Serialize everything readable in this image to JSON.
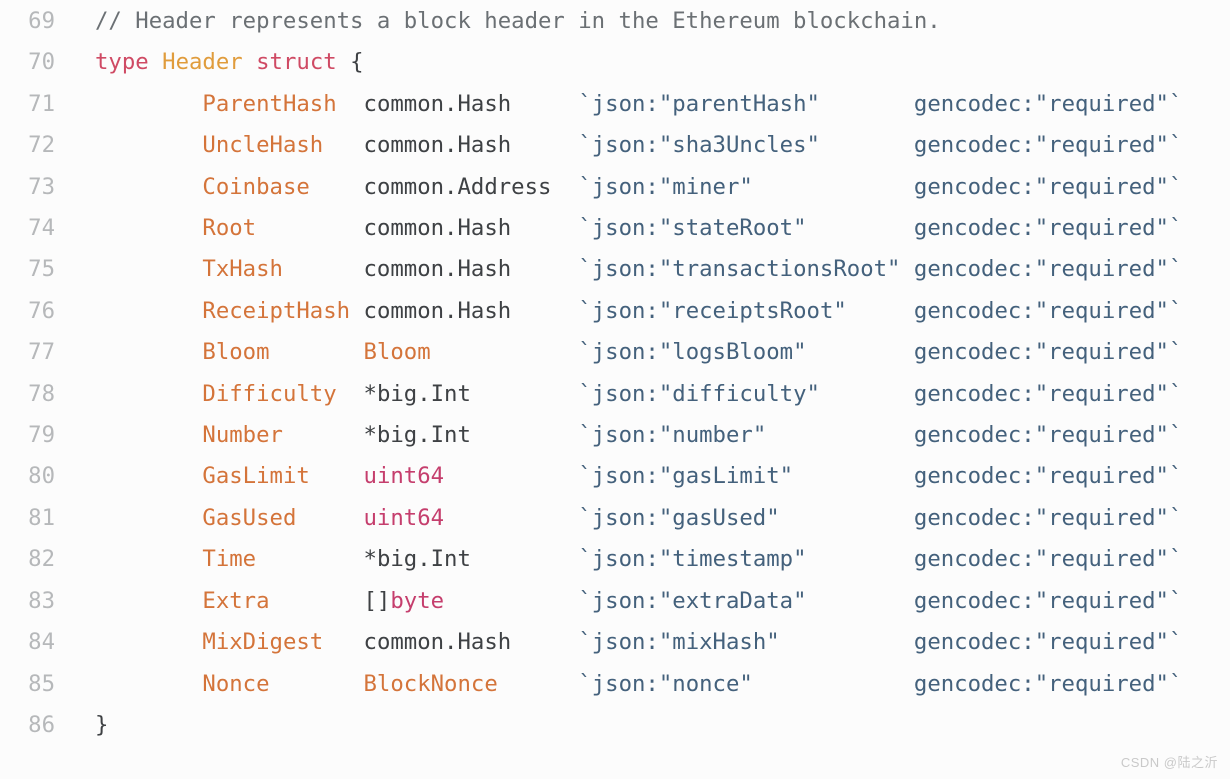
{
  "page": {
    "watermark": "CSDN @陆之沂"
  },
  "colors": {
    "bg": "#fcfcfc",
    "gutter": "#b6b8ba",
    "comment": "#6b7074",
    "keyword": "#cf4a64",
    "typename": "#e09c3c",
    "field": "#d4743a",
    "plain": "#3e4144",
    "primitive": "#c53e6d",
    "tag": "#44617c",
    "watermark": "#c9c9c9"
  },
  "code": {
    "language": "go",
    "lines": [
      {
        "num": "69",
        "tokens": [
          {
            "t": "// Header represents a block header in the Ethereum blockchain.",
            "c": "comment"
          }
        ]
      },
      {
        "num": "70",
        "tokens": [
          {
            "t": "type",
            "c": "keyword"
          },
          {
            "t": " ",
            "c": "plain"
          },
          {
            "t": "Header",
            "c": "typename"
          },
          {
            "t": " ",
            "c": "plain"
          },
          {
            "t": "struct",
            "c": "keyword"
          },
          {
            "t": " {",
            "c": "plain"
          }
        ]
      },
      {
        "num": "71",
        "tokens": [
          {
            "t": "        ",
            "c": "plain"
          },
          {
            "t": "ParentHash",
            "c": "field"
          },
          {
            "t": "  ",
            "c": "plain"
          },
          {
            "t": "common.Hash",
            "c": "plain"
          },
          {
            "t": "     ",
            "c": "plain"
          },
          {
            "t": "`json:\"parentHash\"       gencodec:\"required\"`",
            "c": "tag"
          }
        ]
      },
      {
        "num": "72",
        "tokens": [
          {
            "t": "        ",
            "c": "plain"
          },
          {
            "t": "UncleHash",
            "c": "field"
          },
          {
            "t": "   ",
            "c": "plain"
          },
          {
            "t": "common.Hash",
            "c": "plain"
          },
          {
            "t": "     ",
            "c": "plain"
          },
          {
            "t": "`json:\"sha3Uncles\"       gencodec:\"required\"`",
            "c": "tag"
          }
        ]
      },
      {
        "num": "73",
        "tokens": [
          {
            "t": "        ",
            "c": "plain"
          },
          {
            "t": "Coinbase",
            "c": "field"
          },
          {
            "t": "    ",
            "c": "plain"
          },
          {
            "t": "common.Address",
            "c": "plain"
          },
          {
            "t": "  ",
            "c": "plain"
          },
          {
            "t": "`json:\"miner\"            gencodec:\"required\"`",
            "c": "tag"
          }
        ]
      },
      {
        "num": "74",
        "tokens": [
          {
            "t": "        ",
            "c": "plain"
          },
          {
            "t": "Root",
            "c": "field"
          },
          {
            "t": "        ",
            "c": "plain"
          },
          {
            "t": "common.Hash",
            "c": "plain"
          },
          {
            "t": "     ",
            "c": "plain"
          },
          {
            "t": "`json:\"stateRoot\"        gencodec:\"required\"`",
            "c": "tag"
          }
        ]
      },
      {
        "num": "75",
        "tokens": [
          {
            "t": "        ",
            "c": "plain"
          },
          {
            "t": "TxHash",
            "c": "field"
          },
          {
            "t": "      ",
            "c": "plain"
          },
          {
            "t": "common.Hash",
            "c": "plain"
          },
          {
            "t": "     ",
            "c": "plain"
          },
          {
            "t": "`json:\"transactionsRoot\" gencodec:\"required\"`",
            "c": "tag"
          }
        ]
      },
      {
        "num": "76",
        "tokens": [
          {
            "t": "        ",
            "c": "plain"
          },
          {
            "t": "ReceiptHash",
            "c": "field"
          },
          {
            "t": " ",
            "c": "plain"
          },
          {
            "t": "common.Hash",
            "c": "plain"
          },
          {
            "t": "     ",
            "c": "plain"
          },
          {
            "t": "`json:\"receiptsRoot\"     gencodec:\"required\"`",
            "c": "tag"
          }
        ]
      },
      {
        "num": "77",
        "tokens": [
          {
            "t": "        ",
            "c": "plain"
          },
          {
            "t": "Bloom",
            "c": "field"
          },
          {
            "t": "       ",
            "c": "plain"
          },
          {
            "t": "Bloom",
            "c": "field"
          },
          {
            "t": "           ",
            "c": "plain"
          },
          {
            "t": "`json:\"logsBloom\"        gencodec:\"required\"`",
            "c": "tag"
          }
        ]
      },
      {
        "num": "78",
        "tokens": [
          {
            "t": "        ",
            "c": "plain"
          },
          {
            "t": "Difficulty",
            "c": "field"
          },
          {
            "t": "  ",
            "c": "plain"
          },
          {
            "t": "*big.Int",
            "c": "plain"
          },
          {
            "t": "        ",
            "c": "plain"
          },
          {
            "t": "`json:\"difficulty\"       gencodec:\"required\"`",
            "c": "tag"
          }
        ]
      },
      {
        "num": "79",
        "tokens": [
          {
            "t": "        ",
            "c": "plain"
          },
          {
            "t": "Number",
            "c": "field"
          },
          {
            "t": "      ",
            "c": "plain"
          },
          {
            "t": "*big.Int",
            "c": "plain"
          },
          {
            "t": "        ",
            "c": "plain"
          },
          {
            "t": "`json:\"number\"           gencodec:\"required\"`",
            "c": "tag"
          }
        ]
      },
      {
        "num": "80",
        "tokens": [
          {
            "t": "        ",
            "c": "plain"
          },
          {
            "t": "GasLimit",
            "c": "field"
          },
          {
            "t": "    ",
            "c": "plain"
          },
          {
            "t": "uint64",
            "c": "primitive"
          },
          {
            "t": "          ",
            "c": "plain"
          },
          {
            "t": "`json:\"gasLimit\"         gencodec:\"required\"`",
            "c": "tag"
          }
        ]
      },
      {
        "num": "81",
        "tokens": [
          {
            "t": "        ",
            "c": "plain"
          },
          {
            "t": "GasUsed",
            "c": "field"
          },
          {
            "t": "     ",
            "c": "plain"
          },
          {
            "t": "uint64",
            "c": "primitive"
          },
          {
            "t": "          ",
            "c": "plain"
          },
          {
            "t": "`json:\"gasUsed\"          gencodec:\"required\"`",
            "c": "tag"
          }
        ]
      },
      {
        "num": "82",
        "tokens": [
          {
            "t": "        ",
            "c": "plain"
          },
          {
            "t": "Time",
            "c": "field"
          },
          {
            "t": "        ",
            "c": "plain"
          },
          {
            "t": "*big.Int",
            "c": "plain"
          },
          {
            "t": "        ",
            "c": "plain"
          },
          {
            "t": "`json:\"timestamp\"        gencodec:\"required\"`",
            "c": "tag"
          }
        ]
      },
      {
        "num": "83",
        "tokens": [
          {
            "t": "        ",
            "c": "plain"
          },
          {
            "t": "Extra",
            "c": "field"
          },
          {
            "t": "       ",
            "c": "plain"
          },
          {
            "t": "[]",
            "c": "plain"
          },
          {
            "t": "byte",
            "c": "primitive"
          },
          {
            "t": "          ",
            "c": "plain"
          },
          {
            "t": "`json:\"extraData\"        gencodec:\"required\"`",
            "c": "tag"
          }
        ]
      },
      {
        "num": "84",
        "tokens": [
          {
            "t": "        ",
            "c": "plain"
          },
          {
            "t": "MixDigest",
            "c": "field"
          },
          {
            "t": "   ",
            "c": "plain"
          },
          {
            "t": "common.Hash",
            "c": "plain"
          },
          {
            "t": "     ",
            "c": "plain"
          },
          {
            "t": "`json:\"mixHash\"          gencodec:\"required\"`",
            "c": "tag"
          }
        ]
      },
      {
        "num": "85",
        "tokens": [
          {
            "t": "        ",
            "c": "plain"
          },
          {
            "t": "Nonce",
            "c": "field"
          },
          {
            "t": "       ",
            "c": "plain"
          },
          {
            "t": "BlockNonce",
            "c": "field"
          },
          {
            "t": "      ",
            "c": "plain"
          },
          {
            "t": "`json:\"nonce\"            gencodec:\"required\"`",
            "c": "tag"
          }
        ]
      },
      {
        "num": "86",
        "tokens": [
          {
            "t": "}",
            "c": "plain"
          }
        ]
      }
    ]
  }
}
